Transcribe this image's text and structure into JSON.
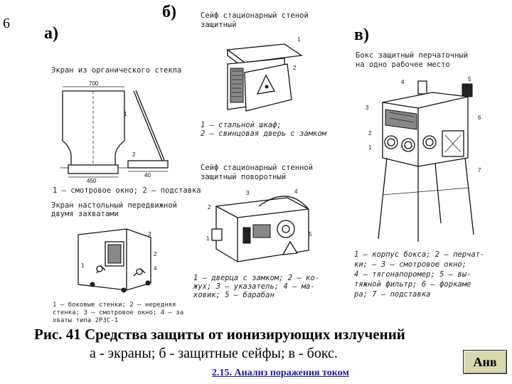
{
  "slide_number": "6",
  "panels": {
    "a": {
      "letter": "а)",
      "title1": "Экран из органического стекла",
      "legend1": "1 — смотровое окно;  2 — подставка",
      "title2_line1": "Экран настольный передвижной",
      "title2_line2": "двумя захватами",
      "legend2_line1": "1 — боковые стенки;  2 — нередняя",
      "legend2_line2": "стенка; 3 — смотровое окно; 4 — за",
      "legend2_line3": "хваты типа 2РЗС-1",
      "dim1": "700",
      "dim2": "40",
      "dim3": "450"
    },
    "b": {
      "letter": "б)",
      "title1_line1": "Сейф стационарный стеной",
      "title1_line2": "защитный",
      "legend1_line1": "1 — стальной   шкаф;",
      "legend1_line2": "2 — свинцовая  дверь с замком",
      "title2_line1": "Сейф стационарный стенной",
      "title2_line2": "защитный поворотный",
      "legend2_line1": "1 — дверца с замком; 2 — ко-",
      "legend2_line2": "жух; 3 — указатель; 4 — ма-",
      "legend2_line3": "ховик; 5 — барабан"
    },
    "c": {
      "letter": "в)",
      "title_line1": "Бокс защитный перчаточный",
      "title_line2": "на одно рабочее место",
      "legend_line1": "1 — корпус бокса; 2 — перчат-",
      "legend_line2": "ки; — 3 — смотровое      окно;",
      "legend_line3": "4 — тягонапоромер;     5 — вы-",
      "legend_line4": "тяжной фильтр; 6 — форкаме",
      "legend_line5": "ра; 7 — подставка"
    }
  },
  "caption": {
    "main": "Рис. 41 Средства защиты от ионизирующих излучений",
    "sub": "а - экраны;  б - защитные сейфы;  в - бокс."
  },
  "link_text": "2.15. Анализ поражения током",
  "nav_button": "Анв"
}
